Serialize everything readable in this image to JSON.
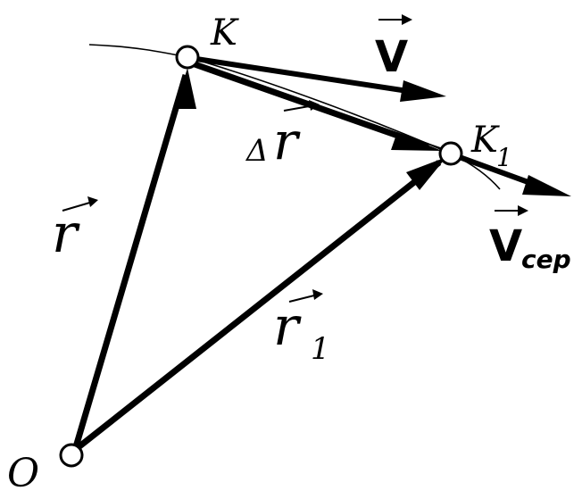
{
  "diagram": {
    "labels": {
      "origin": "O",
      "point_k": "K",
      "point_k1_base": "K",
      "point_k1_sub": "1",
      "velocity": "V",
      "radius": "r",
      "radius1_base": "r",
      "radius1_sub": "1",
      "delta_prefix": "Δ",
      "delta_r": "r",
      "vavg_base": "V",
      "vavg_sub": "сер"
    },
    "colors": {
      "ink": "#000000",
      "paper": "#ffffff"
    }
  }
}
